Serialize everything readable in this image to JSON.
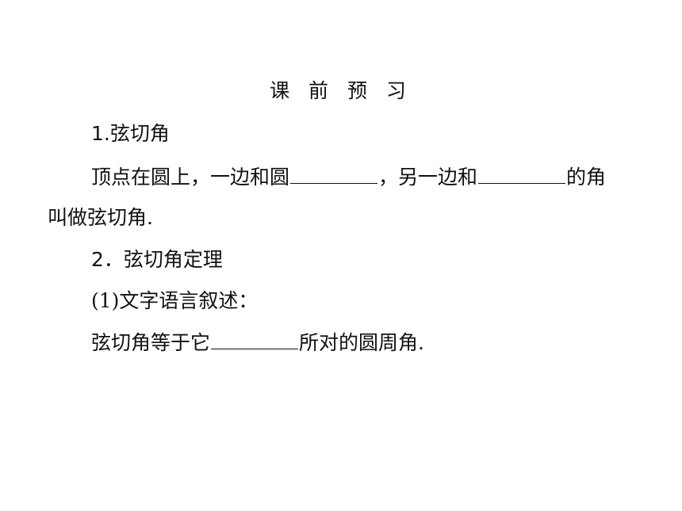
{
  "title": "课 前 预 习",
  "section1": {
    "heading": "1.弦切角",
    "para_part1": "顶点在圆上，一边和圆",
    "para_part2": "，另一边和",
    "para_part3": "的角",
    "para_line2": "叫做弦切角."
  },
  "section2": {
    "heading": "2．弦切角定理",
    "subheading": "(1)文字语言叙述：",
    "sentence_part1": "弦切角等于它",
    "sentence_part2": "所对的圆周角."
  }
}
